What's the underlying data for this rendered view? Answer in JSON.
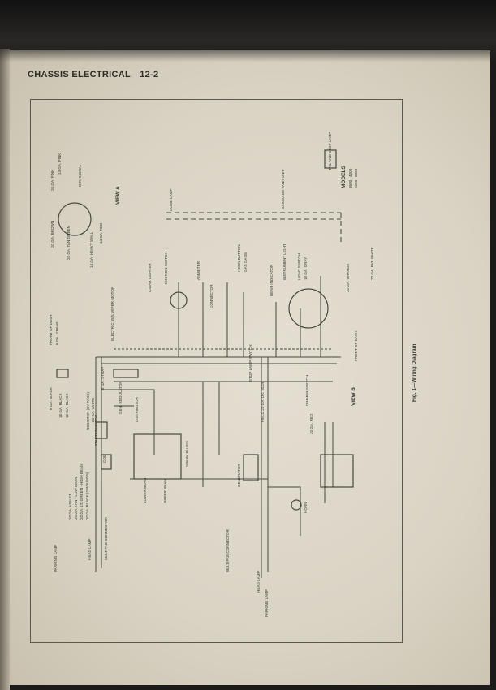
{
  "header": {
    "title": "CHASSIS ELECTRICAL",
    "page": "12-2"
  },
  "figure": {
    "caption": "Fig. 1—Wiring Diagram"
  },
  "view_labels": {
    "view_a": "VIEW A",
    "view_b": "VIEW B"
  },
  "models": {
    "title": "MODELS",
    "values": [
      "3600",
      "4000",
      "5000",
      "6000"
    ]
  },
  "labels": {
    "front_of_dash_top": "FRONT OF DASH",
    "front_of_dash_bottom": "FRONT OF DASH",
    "strap_top": "6 GA. STRAP",
    "strap_mid": "4 GA. STRAP",
    "black_6": "6 GA. BLACK",
    "black_18": "18 GA. BLACK",
    "black_12": "12 GA. BLACK",
    "resistor_ign": "RESISTOR (BY PASS)",
    "white_20": "20 GA. WHITE",
    "starter_motor": "STARTER MOTOR",
    "coil": "COIL",
    "distributor": "DISTRIBUTOR",
    "spark_plugs": "SPARK PLUGS",
    "generator": "GENERATOR",
    "horn": "HORN",
    "headlamp_left": "HEAD LAMP",
    "headlamp_right": "HEAD LAMP",
    "parking_lamp_left": "PARKING LAMP",
    "parking_lamp_right": "PARKING LAMP",
    "multiple_connector_left": "MULTIPLE CONNECTOR",
    "multiple_connector_right": "MULTIPLE CONNECTOR",
    "upper_beam": "UPPER BEAM",
    "lower_beam": "LOWER BEAM",
    "violet_20": "20 GA. VIOLET",
    "tan_low_beam": "20 GA. TAN - LOW BEAM",
    "ltgreen_high_beam": "20 GA. LT. GREEN - HIGH BEAM",
    "black_grounds": "20 GA. BLACK (GROUNDS)",
    "dome_lamp": "DOME LAMP",
    "gas_gage": "GAS GAGE TANK UNIT",
    "tail_stop": "TAIL AND STOP LAMP",
    "pink_20": "20 GA. PINK",
    "brown_20": "20 GA. BROWN",
    "tan_green": "20 GA. TAN GREEN",
    "pink_14": "14 GA. PINK",
    "heavy_wall": "14 GA. HEAVY WALL",
    "dir_signal": "DIR. SIGNAL",
    "red_14": "14 GA. RED",
    "cigar_lighter": "CIGAR LIGHTER",
    "ignition_switch": "IGNITION SWITCH",
    "ammeter": "AMMETER",
    "horn_button": "HORN BUTTON",
    "gas_gage_dash": "GAS GAGE",
    "instrument_light": "INSTRUMENT LIGHT",
    "light_switch": "LIGHT SWITCH",
    "beam_indicator": "BEAM INDICATOR",
    "connector": "CONNECTOR",
    "dimmer_switch": "DIMMER SWITCH",
    "generator_regulator": "GEN. REGULATOR",
    "electric_wiper": "ELECTRIC W/S WIPER MOTOR",
    "field_brown": "FIELD 20 GA. DK. BLUE",
    "orange_20": "20 GA. ORANGE",
    "gray_14": "14 GA. GRAY",
    "red_20": "20 GA. RED",
    "stop_lamp_switch": "STOP LAMP SWITCH",
    "pat_white": "20 GA. PAT. WHITE"
  }
}
